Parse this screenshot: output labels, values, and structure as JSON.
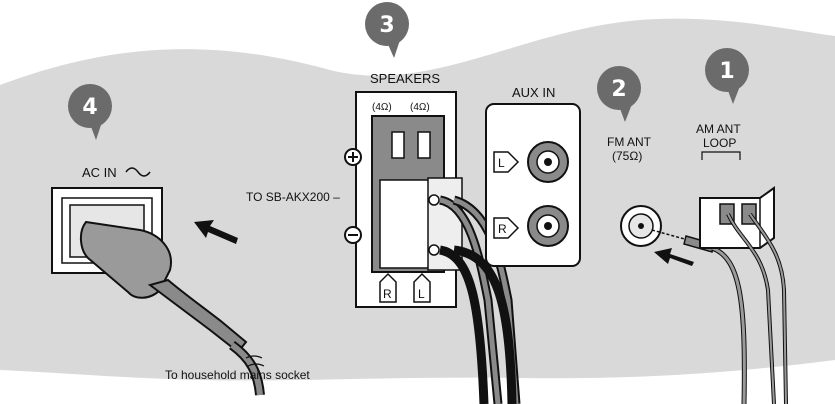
{
  "badges": {
    "step1": "1",
    "step2": "2",
    "step3": "3",
    "step4": "4"
  },
  "labels": {
    "speakers": "SPEAKERS",
    "imp_left": "(4Ω)",
    "imp_right": "(4Ω)",
    "aux_in": "AUX IN",
    "fm_ant_line1": "FM ANT",
    "fm_ant_line2": "(75Ω)",
    "am_ant_line1": "AM ANT",
    "am_ant_line2": "LOOP",
    "ac_in": "AC IN",
    "to_speaker": "TO SB-AKX200 –",
    "terminal_r": "R",
    "terminal_l": "L",
    "aux_l": "L",
    "aux_r": "R",
    "mains": "To household mains socket"
  },
  "colors": {
    "panel": "#d9d9d9",
    "badge": "#6b6b6b",
    "outline": "#111111"
  }
}
